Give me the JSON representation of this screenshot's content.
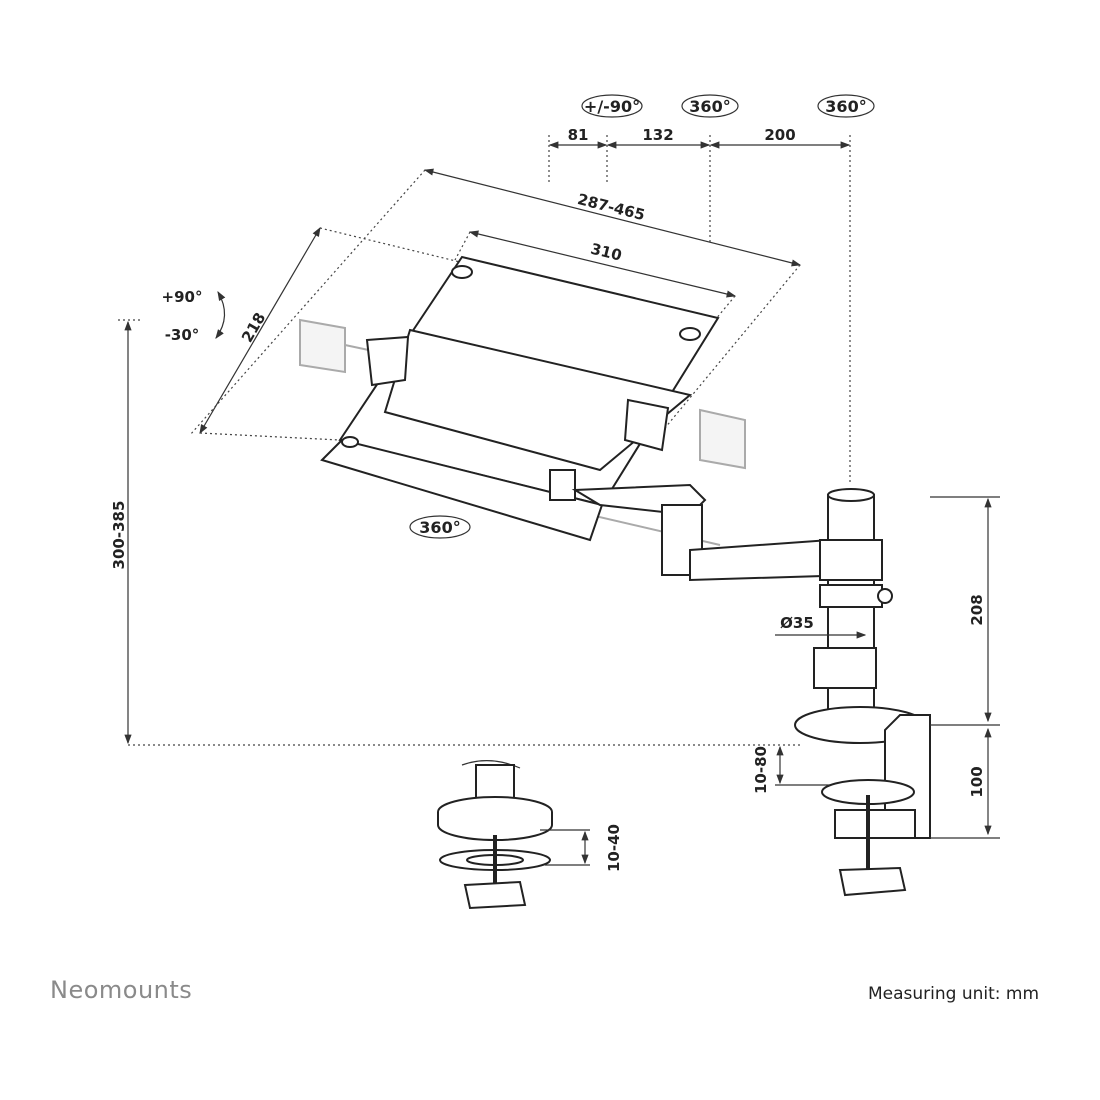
{
  "rotations": {
    "tilt": "+/-90°",
    "joint": "360°",
    "pole": "360°",
    "tray": "360°"
  },
  "dimensions": {
    "segment_a": "81",
    "segment_b": "132",
    "segment_c": "200",
    "tray_width_range": "287-465",
    "tray_width": "310",
    "tray_depth": "218",
    "tilt_up": "+90°",
    "tilt_down": "-30°",
    "height_range": "300-385",
    "pole_diameter": "Ø35",
    "pole_height": "208",
    "clamp_range": "10-80",
    "clamp_height": "100",
    "grommet_range": "10-40"
  },
  "footer": {
    "brand": "Neomounts",
    "unit": "Measuring unit: mm"
  }
}
